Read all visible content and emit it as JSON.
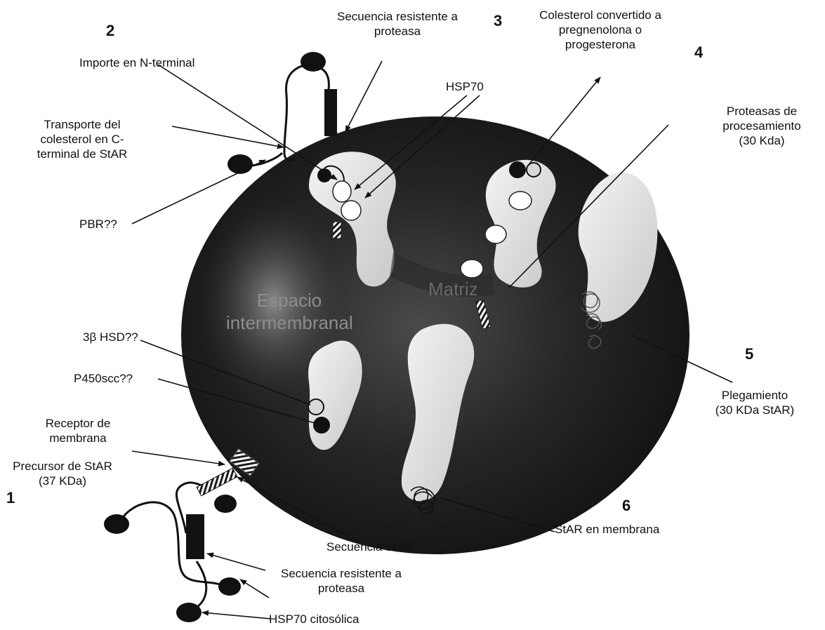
{
  "numbers": [
    "1",
    "2",
    "3",
    "4",
    "5",
    "6"
  ],
  "labels": {
    "secuencia_resistente_top": [
      "Secuencia resistente a",
      "proteasa"
    ],
    "colesterol_convertido": [
      "Colesterol convertido a",
      "pregnenolona o",
      "progesterona"
    ],
    "importe_n_terminal": "Importe en N-terminal",
    "hsp70": "HSP70",
    "transporte_colesterol": [
      "Transporte del",
      "colesterol en C-",
      "terminal de StAR"
    ],
    "proteasas_procesamiento": [
      "Proteasas de",
      "procesamiento",
      "(30 Kda)"
    ],
    "pbr": "PBR??",
    "hsd": "3β HSD??",
    "p450scc": "P450scc??",
    "plegamiento": [
      "Plegamiento",
      "(30 KDa StAR)"
    ],
    "receptor_membrana": [
      "Receptor de",
      "membrana"
    ],
    "precursor_star": [
      "Precursor de StAR",
      "(37 KDa)"
    ],
    "star_membrana": "StAR en membrana",
    "secuencia_senal": "Secuencia señal",
    "secuencia_resistente_bottom": [
      "Secuencia resistente a",
      "proteasa"
    ],
    "hsp70_citosolica": "HSP70 citosólica",
    "espacio_intermembranal": [
      "Espacio",
      "intermembranal"
    ],
    "matriz": "Matriz"
  },
  "colors": {
    "outer": "#1e1e1e",
    "cristae": "#e2e2e2",
    "ink": "#111111",
    "inner_text": "#8d8d8d"
  }
}
